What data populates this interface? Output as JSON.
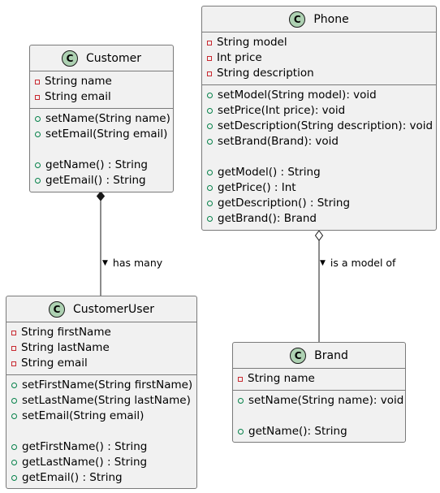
{
  "classes": {
    "customer": {
      "name": "Customer",
      "attributes": [
        "String name",
        "String email"
      ],
      "setters": [
        "setName(String name)",
        "setEmail(String email)"
      ],
      "getters": [
        "getName() : String",
        "getEmail() : String"
      ]
    },
    "phone": {
      "name": "Phone",
      "attributes": [
        "String model",
        "Int price",
        "String description"
      ],
      "setters": [
        "setModel(String model): void",
        "setPrice(Int price): void",
        "setDescription(String description): void",
        "setBrand(Brand): void"
      ],
      "getters": [
        "getModel() : String",
        "getPrice() : Int",
        "getDescription() : String",
        "getBrand(): Brand"
      ]
    },
    "customeruser": {
      "name": "CustomerUser",
      "attributes": [
        "String firstName",
        "String lastName",
        "String email"
      ],
      "setters": [
        "setFirstName(String firstName)",
        "setLastName(String lastName)",
        "setEmail(String email)"
      ],
      "getters": [
        "getFirstName() : String",
        "getLastName() : String",
        "getEmail() : String"
      ]
    },
    "brand": {
      "name": "Brand",
      "attributes": [
        "String name"
      ],
      "setters": [
        "setName(String name): void"
      ],
      "getters": [
        "getName(): String"
      ]
    }
  },
  "relations": {
    "customer_customeruser": {
      "label": "has many",
      "type": "composition"
    },
    "phone_brand": {
      "label": "is a model of",
      "type": "aggregation"
    }
  },
  "icons": {
    "class_icon": "C",
    "direction": "▼"
  },
  "colors": {
    "class_fill": "#f1f1f1",
    "class_border": "#7a7a7a",
    "class_circle": "#add1b2",
    "private_marker": "#c82930",
    "public_marker": "#038048"
  }
}
